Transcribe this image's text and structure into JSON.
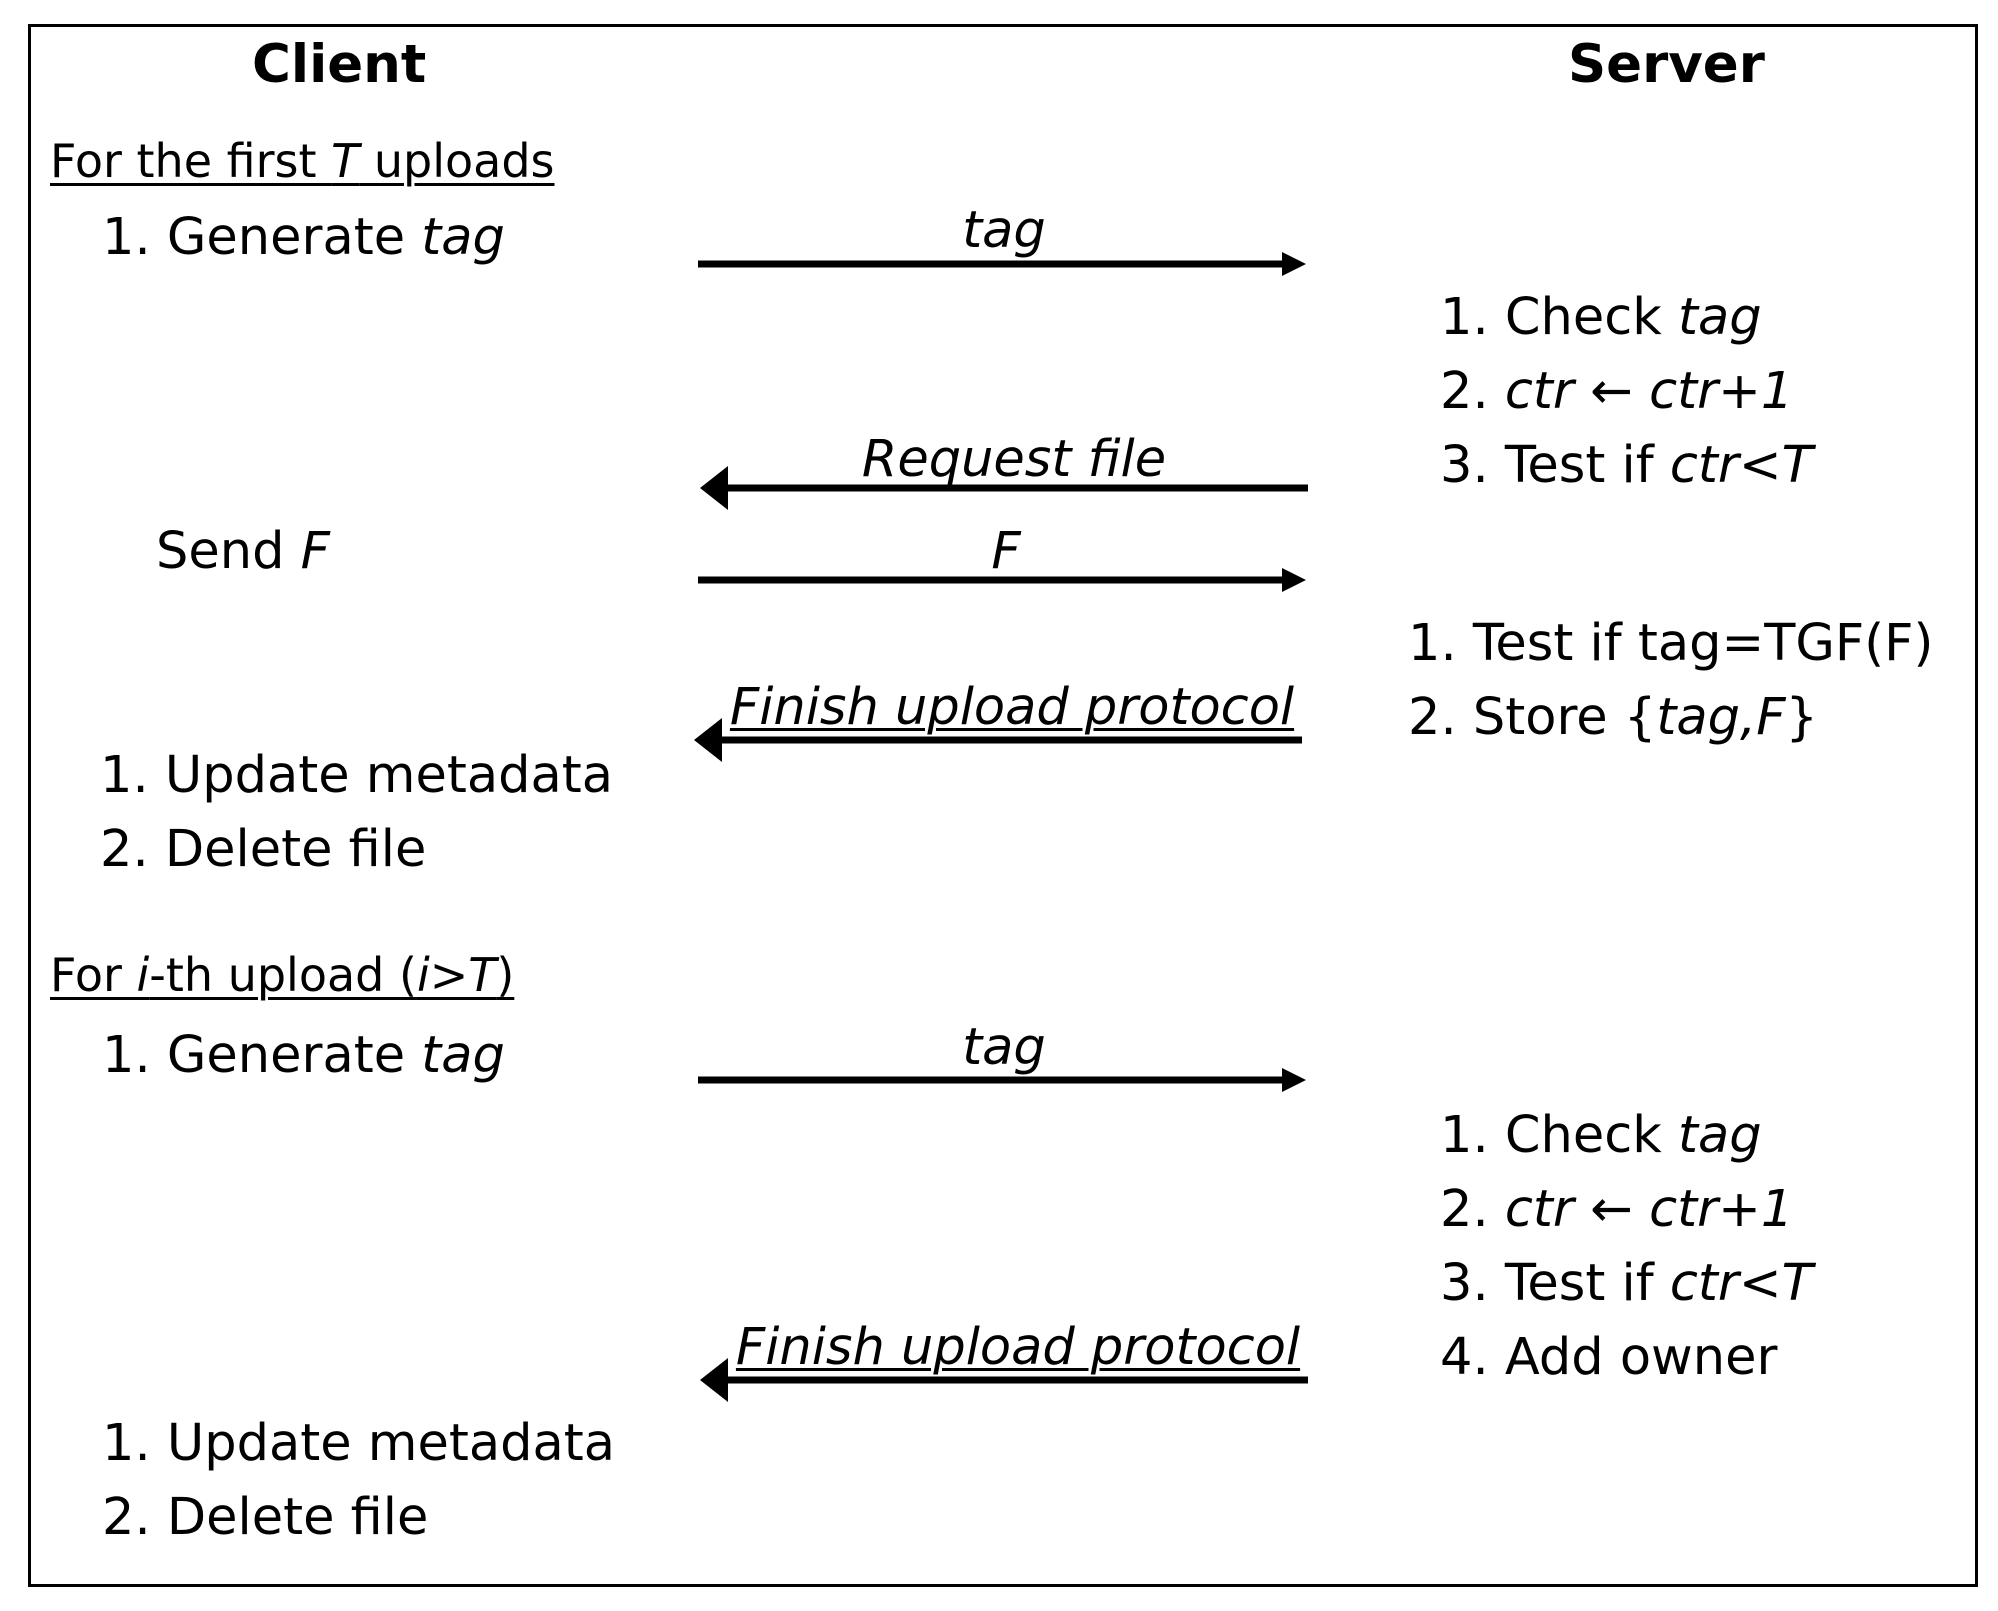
{
  "headers": {
    "client": "Client",
    "server": "Server"
  },
  "phase1": {
    "title": {
      "pre": "For the first ",
      "var": "T",
      "post": " uploads"
    },
    "client_step1": {
      "num": "1.",
      "text": "Generate ",
      "var": "tag"
    },
    "msg_tag": "tag",
    "server_steps": {
      "s1": {
        "num": "1.",
        "text": "Check ",
        "var": "tag"
      },
      "s2": {
        "num": "2.",
        "v1": "ctr",
        "arrow": "←",
        "v2": "ctr+1"
      },
      "s3": {
        "num": "3.",
        "text": "Test if ",
        "var": "ctr<T"
      }
    },
    "msg_request": "Request file",
    "client_send": {
      "text": "Send ",
      "var": "F"
    },
    "msg_f": "F",
    "server_steps2": {
      "s1": {
        "num": "1.",
        "text": "Test if tag=TGF(F)"
      },
      "s2": {
        "num": "2.",
        "text": "Store {",
        "var": "tag,F",
        "close": "}"
      }
    },
    "msg_finish": "Finish upload protocol",
    "client_after": [
      {
        "num": "1.",
        "text": "Update metadata"
      },
      {
        "num": "2.",
        "text": "Delete file"
      }
    ]
  },
  "phase2": {
    "title": {
      "pre": "For ",
      "var": "i",
      "mid": "-th upload (",
      "var2": "i>T",
      "post": ")"
    },
    "client_step1": {
      "num": "1.",
      "text": "Generate ",
      "var": "tag"
    },
    "msg_tag": "tag",
    "server_steps": {
      "s1": {
        "num": "1.",
        "text": "Check ",
        "var": "tag"
      },
      "s2": {
        "num": "2.",
        "v1": "ctr",
        "arrow": "←",
        "v2": "ctr+1"
      },
      "s3": {
        "num": "3.",
        "text": "Test if ",
        "var": "ctr<T"
      },
      "s4": {
        "num": "4.",
        "text": "Add owner"
      }
    },
    "msg_finish": "Finish upload protocol",
    "client_after": [
      {
        "num": "1.",
        "text": "Update metadata"
      },
      {
        "num": "2.",
        "text": "Delete file"
      }
    ]
  }
}
